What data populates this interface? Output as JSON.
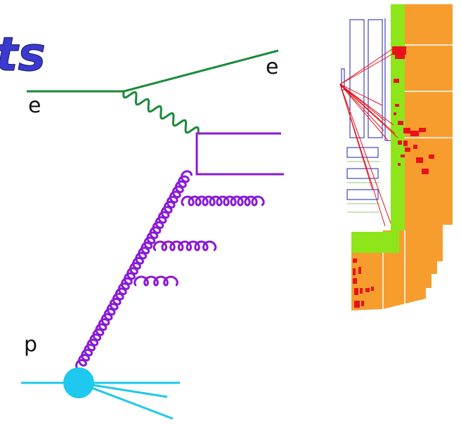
{
  "title_fragment": "ts",
  "labels": {
    "electron_in": "e",
    "electron_out": "e",
    "proton": "p"
  },
  "colors": {
    "electron_line": "#1a8a3a",
    "quark_line": "#8a1ad6",
    "proton_line": "#1ec8ee",
    "title": "#3a3ad0",
    "detector_green": "#8ee61a",
    "detector_orange": "#f79d2e",
    "detector_outline": "#1e22a8",
    "track_red": "#e8121a"
  }
}
